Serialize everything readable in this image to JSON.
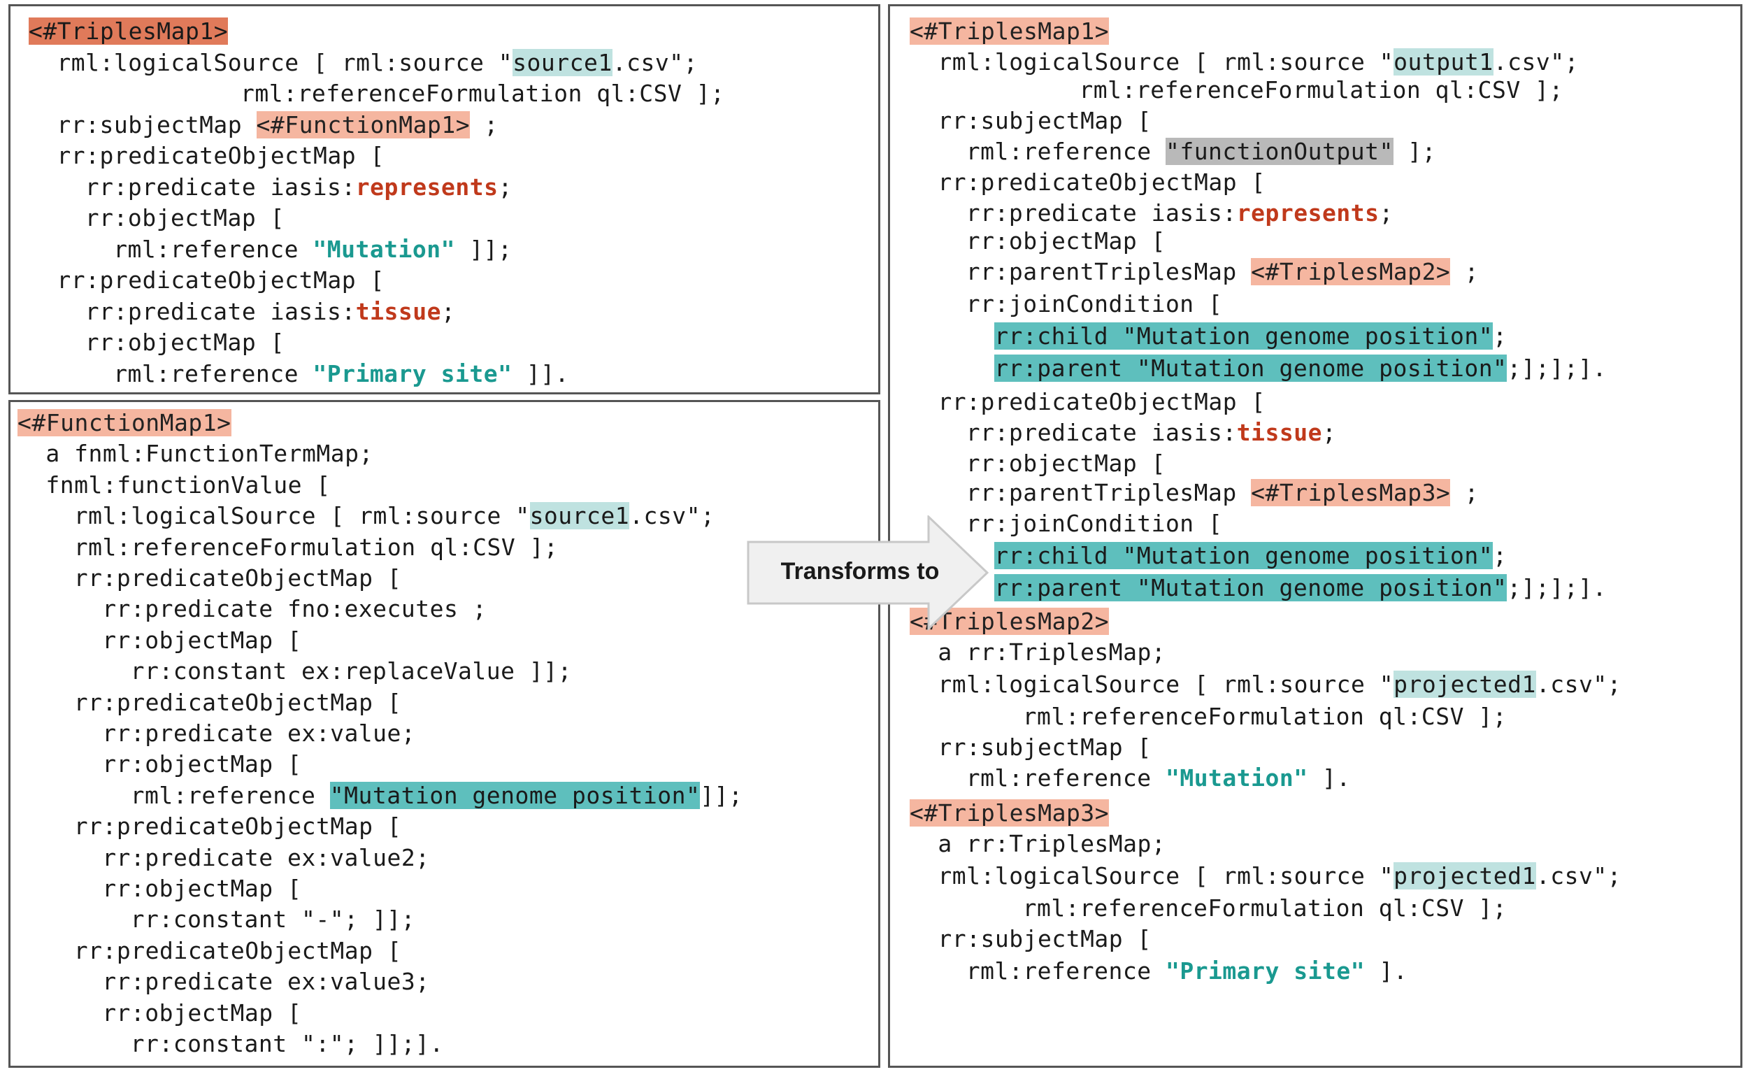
{
  "arrow": {
    "label": "Transforms to"
  },
  "panels": [
    {
      "id": "panel-tl",
      "name": "original-triples-map-panel",
      "lines": [
        {
          "indent": 0,
          "segs": [
            {
              "t": "<#TriplesMap1>",
              "s": "tag-strong"
            }
          ]
        },
        {
          "indent": 2,
          "segs": [
            {
              "t": "rml:logicalSource [ rml:source \""
            },
            {
              "t": "source1",
              "s": "src"
            },
            {
              "t": ".csv\";"
            }
          ]
        },
        {
          "indent": 15,
          "segs": [
            {
              "t": "rml:referenceFormulation ql:CSV ];"
            }
          ]
        },
        {
          "indent": 2,
          "segs": [
            {
              "t": "rr:subjectMap "
            },
            {
              "t": "<#FunctionMap1>",
              "s": "tag"
            },
            {
              "t": " ;"
            }
          ]
        },
        {
          "indent": 2,
          "segs": [
            {
              "t": "rr:predicateObjectMap ["
            }
          ]
        },
        {
          "indent": 4,
          "segs": [
            {
              "t": "rr:predicate iasis:"
            },
            {
              "t": "represents",
              "s": "prop"
            },
            {
              "t": ";"
            }
          ]
        },
        {
          "indent": 4,
          "segs": [
            {
              "t": "rr:objectMap ["
            }
          ]
        },
        {
          "indent": 6,
          "segs": [
            {
              "t": "rml:reference "
            },
            {
              "t": "\"Mutation\"",
              "s": "lit"
            },
            {
              "t": " ]];"
            }
          ]
        },
        {
          "indent": 2,
          "segs": [
            {
              "t": "rr:predicateObjectMap ["
            }
          ]
        },
        {
          "indent": 4,
          "segs": [
            {
              "t": "rr:predicate iasis:"
            },
            {
              "t": "tissue",
              "s": "prop"
            },
            {
              "t": ";"
            }
          ]
        },
        {
          "indent": 4,
          "segs": [
            {
              "t": "rr:objectMap ["
            }
          ]
        },
        {
          "indent": 6,
          "segs": [
            {
              "t": "rml:reference "
            },
            {
              "t": "\"Primary site\"",
              "s": "lit"
            },
            {
              "t": " ]]."
            }
          ]
        }
      ]
    },
    {
      "id": "panel-bl",
      "name": "function-map-panel",
      "lines": [
        {
          "indent": 0,
          "segs": [
            {
              "t": "<#FunctionMap1>",
              "s": "tag"
            }
          ]
        },
        {
          "indent": 2,
          "segs": [
            {
              "t": "a fnml:FunctionTermMap;"
            }
          ]
        },
        {
          "indent": 2,
          "segs": [
            {
              "t": "fnml:functionValue ["
            }
          ]
        },
        {
          "indent": 4,
          "segs": [
            {
              "t": "rml:logicalSource [ rml:source \""
            },
            {
              "t": "source1",
              "s": "src"
            },
            {
              "t": ".csv\";"
            }
          ]
        },
        {
          "indent": 4,
          "segs": [
            {
              "t": "rml:referenceFormulation ql:CSV ];"
            }
          ]
        },
        {
          "indent": 4,
          "segs": [
            {
              "t": "rr:predicateObjectMap ["
            }
          ]
        },
        {
          "indent": 6,
          "segs": [
            {
              "t": "rr:predicate fno:executes ;"
            }
          ]
        },
        {
          "indent": 6,
          "segs": [
            {
              "t": "rr:objectMap ["
            }
          ]
        },
        {
          "indent": 8,
          "segs": [
            {
              "t": "rr:constant ex:replaceValue ]];"
            }
          ]
        },
        {
          "indent": 4,
          "segs": [
            {
              "t": "rr:predicateObjectMap ["
            }
          ]
        },
        {
          "indent": 6,
          "segs": [
            {
              "t": "rr:predicate ex:value;"
            }
          ]
        },
        {
          "indent": 6,
          "segs": [
            {
              "t": "rr:objectMap ["
            }
          ]
        },
        {
          "indent": 8,
          "segs": [
            {
              "t": "rml:reference "
            },
            {
              "t": "\"Mutation genome position\"",
              "s": "join"
            },
            {
              "t": "]];"
            }
          ]
        },
        {
          "indent": 4,
          "segs": [
            {
              "t": "rr:predicateObjectMap ["
            }
          ]
        },
        {
          "indent": 6,
          "segs": [
            {
              "t": "rr:predicate ex:value2;"
            }
          ]
        },
        {
          "indent": 6,
          "segs": [
            {
              "t": "rr:objectMap ["
            }
          ]
        },
        {
          "indent": 8,
          "segs": [
            {
              "t": "rr:constant \"-\"; ]];"
            }
          ]
        },
        {
          "indent": 4,
          "segs": [
            {
              "t": "rr:predicateObjectMap ["
            }
          ]
        },
        {
          "indent": 6,
          "segs": [
            {
              "t": "rr:predicate ex:value3;"
            }
          ]
        },
        {
          "indent": 6,
          "segs": [
            {
              "t": "rr:objectMap ["
            }
          ]
        },
        {
          "indent": 8,
          "segs": [
            {
              "t": "rr:constant \":\"; ]];]."
            }
          ]
        }
      ]
    },
    {
      "id": "panel-r",
      "name": "transformed-mapping-panel",
      "lines": [
        {
          "indent": 0,
          "segs": [
            {
              "t": "<#TriplesMap1>",
              "s": "tag"
            }
          ]
        },
        {
          "indent": 2,
          "segs": [
            {
              "t": "rml:logicalSource [ rml:source \""
            },
            {
              "t": "output1",
              "s": "src"
            },
            {
              "t": ".csv\";"
            }
          ]
        },
        {
          "indent": 12,
          "segs": [
            {
              "t": "rml:referenceFormulation ql:CSV ];"
            }
          ]
        },
        {
          "indent": 2,
          "segs": [
            {
              "t": "rr:subjectMap ["
            }
          ]
        },
        {
          "indent": 4,
          "segs": [
            {
              "t": "rml:reference "
            },
            {
              "t": "\"functionOutput\"",
              "s": "out"
            },
            {
              "t": " ];"
            }
          ]
        },
        {
          "indent": 2,
          "segs": [
            {
              "t": "rr:predicateObjectMap ["
            }
          ]
        },
        {
          "indent": 4,
          "segs": [
            {
              "t": "rr:predicate iasis:"
            },
            {
              "t": "represents",
              "s": "prop"
            },
            {
              "t": ";"
            }
          ]
        },
        {
          "indent": 4,
          "segs": [
            {
              "t": "rr:objectMap ["
            }
          ]
        },
        {
          "indent": 4,
          "segs": [
            {
              "t": "rr:parentTriplesMap "
            },
            {
              "t": "<#TriplesMap2>",
              "s": "tag"
            },
            {
              "t": " ;"
            }
          ]
        },
        {
          "indent": 4,
          "segs": [
            {
              "t": "rr:joinCondition ["
            }
          ]
        },
        {
          "indent": 6,
          "segs": [
            {
              "t": "rr:child \"Mutation genome position\"",
              "s": "join"
            },
            {
              "t": ";"
            }
          ]
        },
        {
          "indent": 6,
          "segs": [
            {
              "t": "rr:parent \"Mutation genome position\"",
              "s": "join"
            },
            {
              "t": ";];];]."
            }
          ]
        },
        {
          "indent": 2,
          "segs": [
            {
              "t": "rr:predicateObjectMap ["
            }
          ]
        },
        {
          "indent": 4,
          "segs": [
            {
              "t": "rr:predicate iasis:"
            },
            {
              "t": "tissue",
              "s": "prop"
            },
            {
              "t": ";"
            }
          ]
        },
        {
          "indent": 4,
          "segs": [
            {
              "t": "rr:objectMap ["
            }
          ]
        },
        {
          "indent": 4,
          "segs": [
            {
              "t": "rr:parentTriplesMap "
            },
            {
              "t": "<#TriplesMap3>",
              "s": "tag"
            },
            {
              "t": " ;"
            }
          ]
        },
        {
          "indent": 4,
          "segs": [
            {
              "t": "rr:joinCondition ["
            }
          ]
        },
        {
          "indent": 6,
          "segs": [
            {
              "t": "rr:child \"Mutation genome position\"",
              "s": "join"
            },
            {
              "t": ";"
            }
          ]
        },
        {
          "indent": 6,
          "segs": [
            {
              "t": "rr:parent \"Mutation genome position\"",
              "s": "join"
            },
            {
              "t": ";];];]."
            }
          ]
        },
        {
          "indent": 0,
          "segs": [
            {
              "t": "<#TriplesMap2>",
              "s": "tag"
            }
          ]
        },
        {
          "indent": 2,
          "segs": [
            {
              "t": "a rr:TriplesMap;"
            }
          ]
        },
        {
          "indent": 2,
          "segs": [
            {
              "t": "rml:logicalSource [ rml:source \""
            },
            {
              "t": "projected1",
              "s": "src"
            },
            {
              "t": ".csv\";"
            }
          ]
        },
        {
          "indent": 8,
          "segs": [
            {
              "t": "rml:referenceFormulation ql:CSV ];"
            }
          ]
        },
        {
          "indent": 2,
          "segs": [
            {
              "t": "rr:subjectMap ["
            }
          ]
        },
        {
          "indent": 4,
          "segs": [
            {
              "t": "rml:reference "
            },
            {
              "t": "\"Mutation\"",
              "s": "lit"
            },
            {
              "t": " ]."
            }
          ]
        },
        {
          "indent": 0,
          "segs": [
            {
              "t": "<#TriplesMap3>",
              "s": "tag"
            }
          ]
        },
        {
          "indent": 2,
          "segs": [
            {
              "t": "a rr:TriplesMap;"
            }
          ]
        },
        {
          "indent": 2,
          "segs": [
            {
              "t": "rml:logicalSource [ rml:source \""
            },
            {
              "t": "projected1",
              "s": "src"
            },
            {
              "t": ".csv\";"
            }
          ]
        },
        {
          "indent": 8,
          "segs": [
            {
              "t": "rml:referenceFormulation ql:CSV ];"
            }
          ]
        },
        {
          "indent": 2,
          "segs": [
            {
              "t": "rr:subjectMap ["
            }
          ]
        },
        {
          "indent": 4,
          "segs": [
            {
              "t": "rml:reference "
            },
            {
              "t": "\"Primary site\"",
              "s": "lit"
            },
            {
              "t": " ]."
            }
          ]
        }
      ]
    }
  ]
}
